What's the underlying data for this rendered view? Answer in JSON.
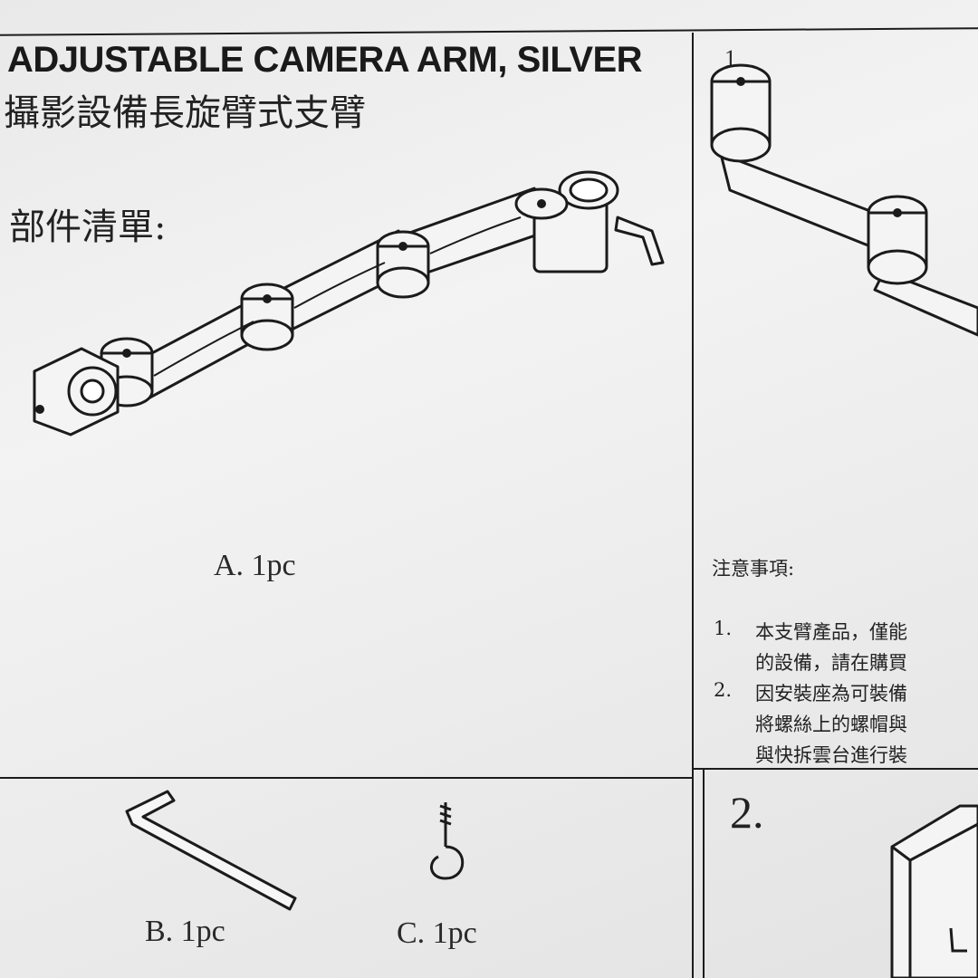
{
  "document": {
    "title_en": "ADJUSTABLE CAMERA ARM, SILVER",
    "title_zh": "攝影設備長旋臂式支臂",
    "parts_heading": "部件清單:",
    "parts": [
      {
        "label": "A. 1pc",
        "item": "camera-arm"
      },
      {
        "label": "B. 1pc",
        "item": "hex-key"
      },
      {
        "label": "C. 1pc",
        "item": "hook-screw"
      }
    ],
    "notes": {
      "heading": "注意事項:",
      "items": [
        {
          "number": "1.",
          "lines": [
            "本支臂產品，僅能",
            "的設備，請在購買"
          ]
        },
        {
          "number": "2.",
          "lines": [
            "因安裝座為可裝備",
            "將螺絲上的螺帽與",
            "與快拆雲台進行裝"
          ]
        }
      ]
    },
    "step_number": "2.",
    "top_right_mark": "1"
  }
}
